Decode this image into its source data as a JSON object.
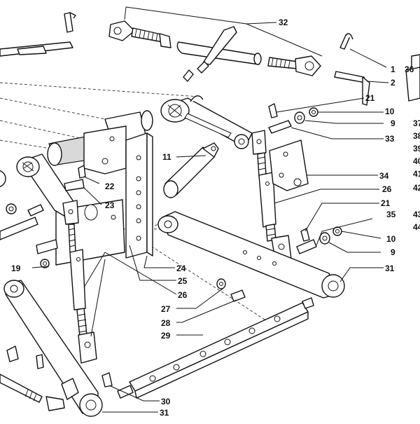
{
  "callouts": [
    {
      "id": "c1",
      "text": "1"
    },
    {
      "id": "c2",
      "text": "2"
    },
    {
      "id": "c9a",
      "text": "9"
    },
    {
      "id": "c9b",
      "text": "9"
    },
    {
      "id": "c10a",
      "text": "10"
    },
    {
      "id": "c10b",
      "text": "10"
    },
    {
      "id": "c11",
      "text": "11"
    },
    {
      "id": "c19",
      "text": "19"
    },
    {
      "id": "c21a",
      "text": "21"
    },
    {
      "id": "c21b",
      "text": "21"
    },
    {
      "id": "c22",
      "text": "22"
    },
    {
      "id": "c23",
      "text": "23"
    },
    {
      "id": "c24",
      "text": "24"
    },
    {
      "id": "c25",
      "text": "25"
    },
    {
      "id": "c26a",
      "text": "26"
    },
    {
      "id": "c26b",
      "text": "26"
    },
    {
      "id": "c27",
      "text": "27"
    },
    {
      "id": "c28",
      "text": "28"
    },
    {
      "id": "c29",
      "text": "29"
    },
    {
      "id": "c30",
      "text": "30"
    },
    {
      "id": "c31a",
      "text": "31"
    },
    {
      "id": "c31b",
      "text": "31"
    },
    {
      "id": "c32",
      "text": "32"
    },
    {
      "id": "c33",
      "text": "33"
    },
    {
      "id": "c34",
      "text": "34"
    },
    {
      "id": "c35",
      "text": "35"
    },
    {
      "id": "c36",
      "text": "36"
    },
    {
      "id": "c37",
      "text": "37"
    },
    {
      "id": "c38",
      "text": "38"
    },
    {
      "id": "c39",
      "text": "39"
    },
    {
      "id": "c40",
      "text": "40"
    },
    {
      "id": "c41",
      "text": "41"
    },
    {
      "id": "c42",
      "text": "42"
    },
    {
      "id": "c43",
      "text": "43"
    },
    {
      "id": "c44",
      "text": "44"
    }
  ]
}
